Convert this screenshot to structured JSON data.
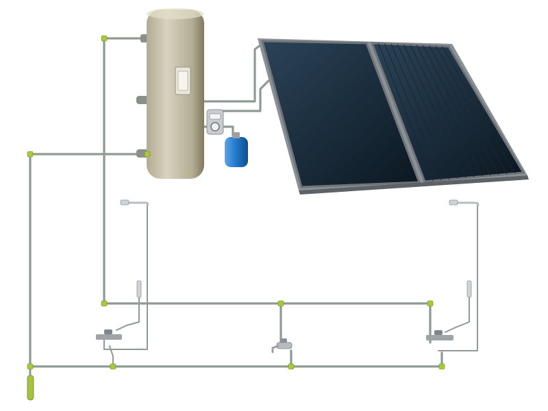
{
  "diagram": {
    "components": [
      {
        "id": "storage-tank",
        "icon": "water-tank-icon"
      },
      {
        "id": "expansion-vessel",
        "icon": "expansion-vessel-icon"
      },
      {
        "id": "pump-station",
        "icon": "pump-icon"
      },
      {
        "id": "solar-collector-left",
        "icon": "solar-panel-icon"
      },
      {
        "id": "solar-collector-right",
        "icon": "solar-panel-icon"
      },
      {
        "id": "shower-left",
        "icon": "shower-icon"
      },
      {
        "id": "shower-right",
        "icon": "shower-icon"
      },
      {
        "id": "mixer-left",
        "icon": "mixer-valve-icon"
      },
      {
        "id": "mixer-right",
        "icon": "mixer-valve-icon"
      },
      {
        "id": "center-faucet",
        "icon": "faucet-icon"
      },
      {
        "id": "cold-water-inlet",
        "icon": "inlet-valve-icon"
      }
    ],
    "colors": {
      "pipe": "#8e9a92",
      "pipe_dark": "#6f7a73",
      "fitting": "#a8c93a",
      "tank_light": "#d8d3bf",
      "tank_mid": "#b2ac93",
      "tank_dark": "#7e795f",
      "panel_frame": "#6e7478",
      "panel_glass_top": "#2b4358",
      "panel_glass_bottom": "#0b1721",
      "vessel": "#1f78c8",
      "chrome": "#bfc4c8"
    }
  }
}
